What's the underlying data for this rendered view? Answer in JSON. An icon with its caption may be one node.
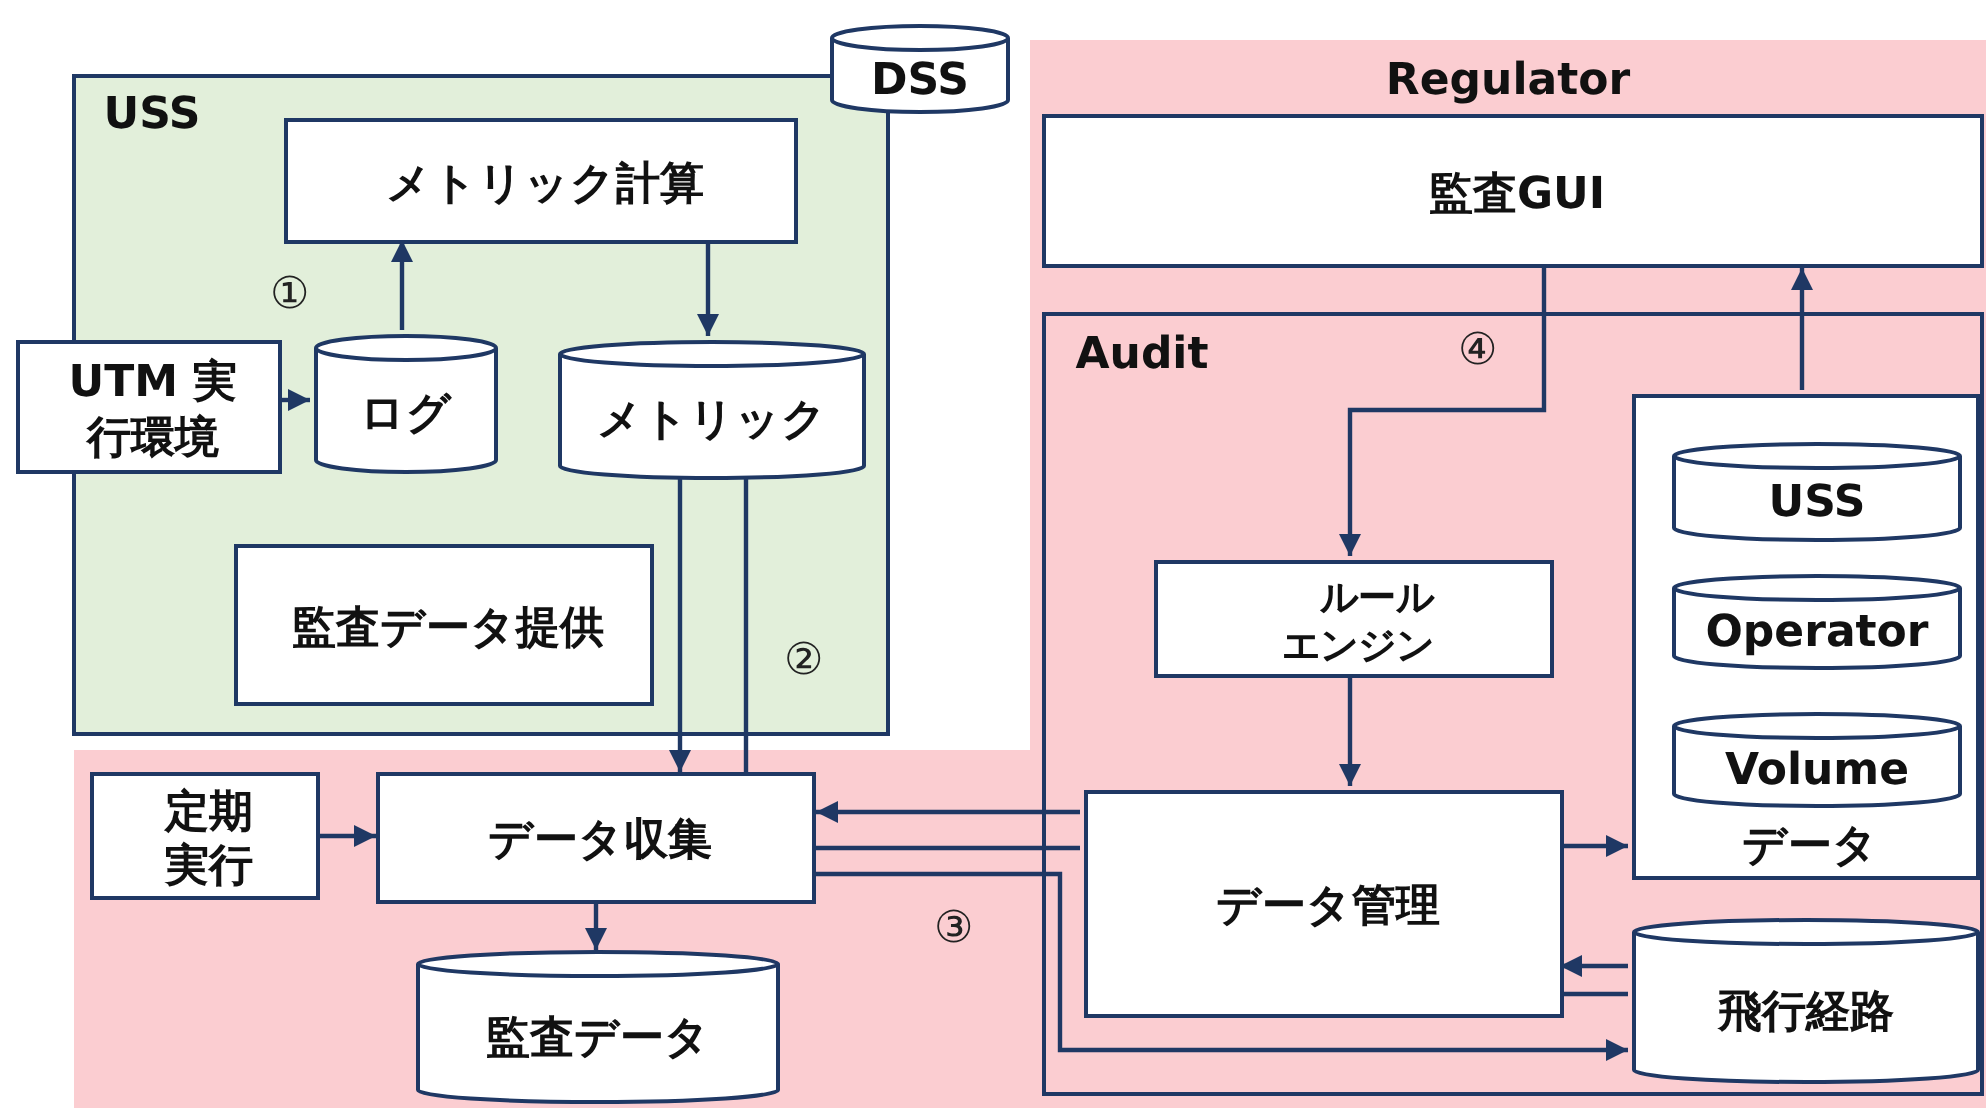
{
  "diagram": {
    "nodes": [
      {
        "text": [
          "USS"
        ]
      },
      {
        "text": [
          "DSS"
        ]
      },
      {
        "text": [
          "メトリック計算"
        ],
        "in": 0
      },
      {
        "text": [
          "ログ"
        ],
        "in": 0
      },
      {
        "text": [
          "UTM 実行環境"
        ]
      },
      {
        "text": [
          "メトリック"
        ],
        "in": 0
      },
      {
        "text": [
          "監査データ提供"
        ],
        "in": 0
      },
      {
        "text": [
          "Regulator"
        ]
      },
      {
        "text": [
          "監査GUI"
        ],
        "in": 7
      },
      {
        "text": [
          "Audit"
        ],
        "in": 7
      },
      {
        "text": [
          "ルールエンジン"
        ],
        "in": 9
      },
      {
        "text": [
          "データ"
        ],
        "in": 9
      },
      {
        "text": [
          "USS"
        ],
        "in": 11
      },
      {
        "text": [
          "Operator"
        ],
        "in": 11
      },
      {
        "text": [
          "Volume"
        ],
        "in": 11
      },
      {
        "text": [
          "定期実行"
        ],
        "in": 7
      },
      {
        "text": [
          "データ収集"
        ],
        "in": 7
      },
      {
        "text": [
          "データ管理"
        ],
        "in": 9
      },
      {
        "text": [
          "飛行経路"
        ],
        "in": 9
      },
      {
        "text": [
          "監査データ"
        ],
        "in": 7
      }
    ],
    "edges": [
      {
        "from": 4,
        "to": 3,
        "arrow": "to"
      },
      {
        "from": 3,
        "to": 2,
        "arrow": "to"
      },
      {
        "from": 2,
        "to": 5,
        "arrow": "to"
      },
      {
        "from": 5,
        "to": 16,
        "arrow": "to"
      },
      {
        "from": 16,
        "to": 5,
        "arrow": "none"
      },
      {
        "from": 17,
        "to": 16,
        "arrow": "to"
      },
      {
        "from": 16,
        "to": 17,
        "arrow": "none"
      },
      {
        "from": 16,
        "to": 18,
        "arrow": "to"
      },
      {
        "from": 10,
        "to": 17,
        "arrow": "to"
      },
      {
        "from": 8,
        "to": 10,
        "arrow": "to"
      },
      {
        "from": 11,
        "to": 8,
        "arrow": "to"
      },
      {
        "from": 17,
        "to": 11,
        "arrow": "to"
      },
      {
        "from": 18,
        "to": 17,
        "arrow": "to"
      },
      {
        "from": 17,
        "to": 18,
        "arrow": "none"
      },
      {
        "from": 15,
        "to": 16,
        "arrow": "to"
      },
      {
        "from": 16,
        "to": 19,
        "arrow": "to"
      }
    ],
    "labels": [
      "①",
      "②",
      "③",
      "④"
    ]
  }
}
